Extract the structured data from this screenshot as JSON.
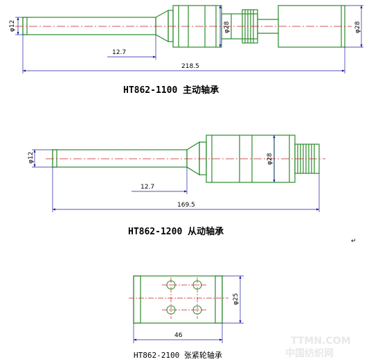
{
  "figure1": {
    "caption": "HT862-1100 主动轴承",
    "dims": {
      "shaft_dia": "φ12",
      "body_dia": "φ28",
      "end_dia": "φ28",
      "offset": "12.7",
      "overall": "218.5"
    }
  },
  "figure2": {
    "caption": "HT862-1200 从动轴承",
    "dims": {
      "shaft_dia": "φ12",
      "body_dia": "φ28",
      "offset": "12.7",
      "overall": "169.5"
    }
  },
  "figure3": {
    "caption": "HT862-2100 张紧轮轴承",
    "dims": {
      "height": "φ25",
      "width": "46"
    }
  },
  "watermark": {
    "line1": "TTMN.COM",
    "line2": "中国纺织网"
  },
  "colors": {
    "part": "#2a8a2a",
    "dimension": "#1a1aa0",
    "centerline": "#c02020"
  }
}
